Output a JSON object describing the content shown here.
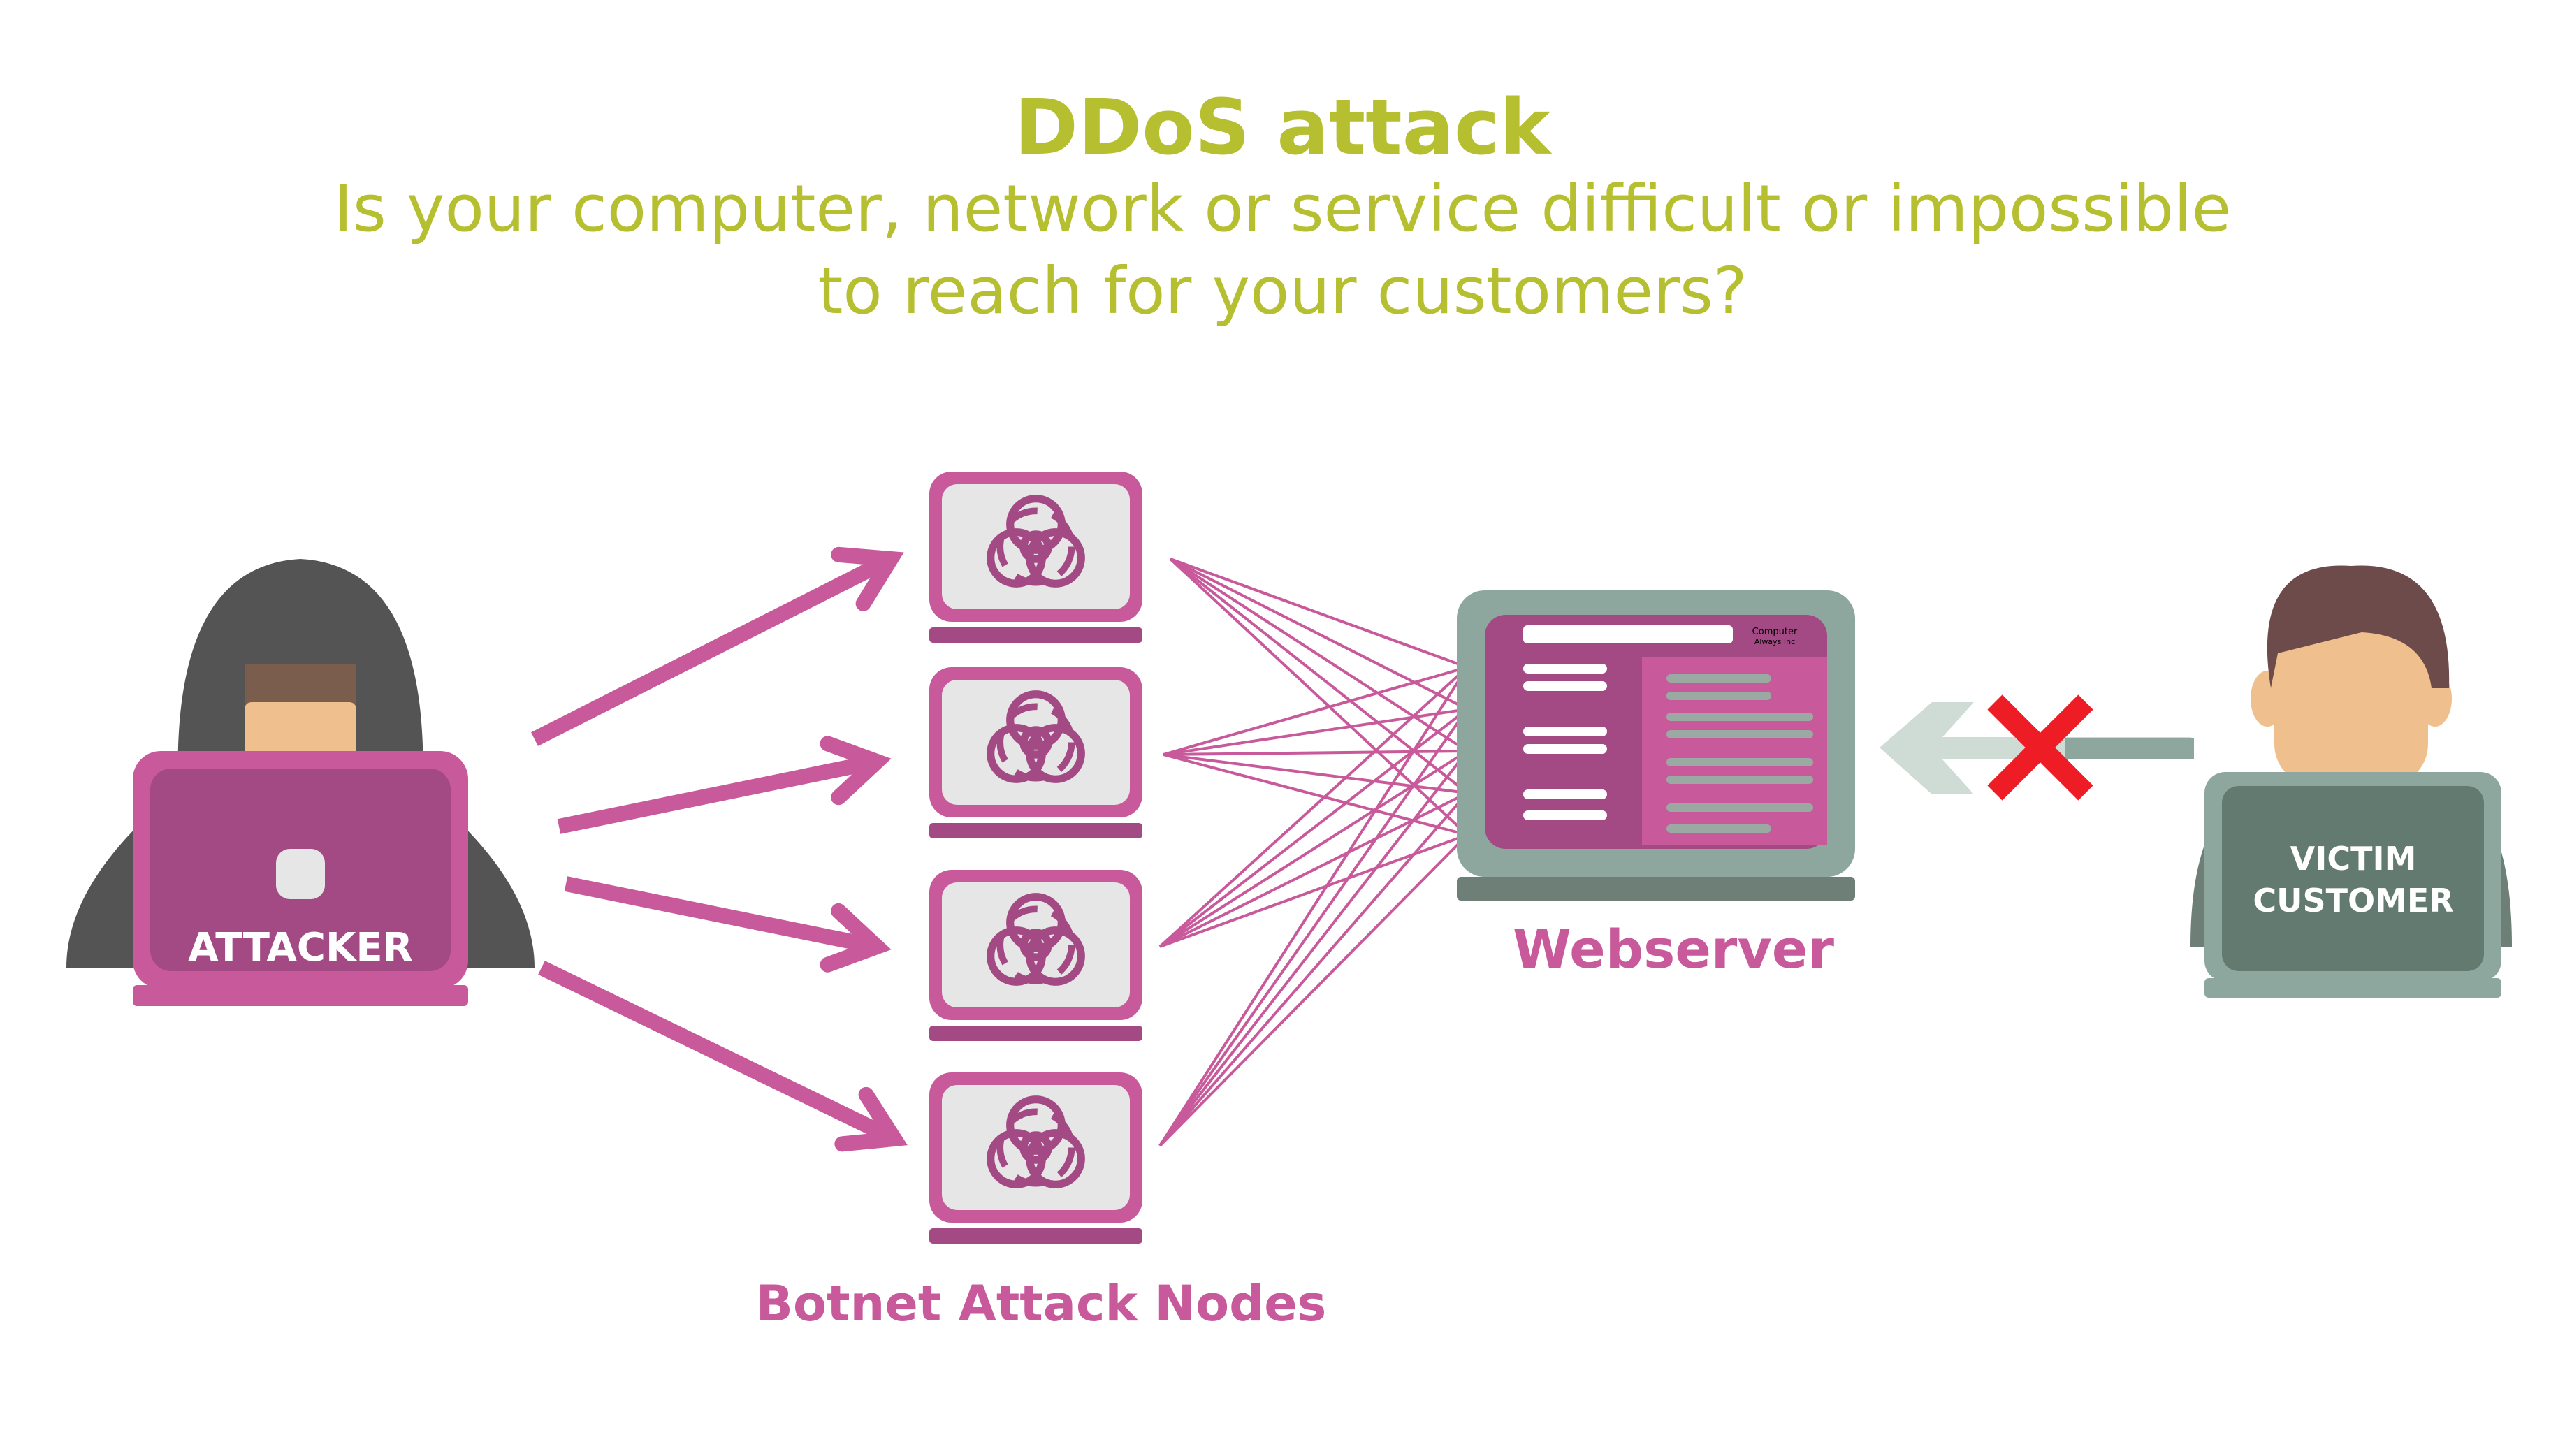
{
  "colors": {
    "title": "#b5bf2f",
    "magenta": "#c85a9c",
    "magenta_dark": "#a34a84",
    "screen_gray": "#e7e6e7",
    "hood": "#545454",
    "face": "#f0bf8e",
    "face_shadow": "#7a5d4d",
    "server_frame": "#8da79e",
    "server_base": "#6d7f77",
    "victim_hair": "#6d4b4a",
    "victim_laptop": "#637a70",
    "victim_frame": "#8da79e",
    "blocked_arrow": "#cfdcd6",
    "cross": "#ee1c24"
  },
  "header": {
    "title": "DDoS attack",
    "subtitle_line1": "Is your computer, network or service difficult or impossible",
    "subtitle_line2": "to reach for your customers?"
  },
  "attacker": {
    "label": "ATTACKER",
    "icon": "hooded-hacker-icon"
  },
  "botnet": {
    "label": "Botnet Attack Nodes",
    "node_icon": "biohazard-icon",
    "node_count": 4
  },
  "webserver": {
    "label": "Webserver",
    "logo_text_line1": "Computer",
    "logo_text_line2": "Always Inc"
  },
  "victim": {
    "label_line1": "VICTIM",
    "label_line2": "CUSTOMER",
    "icon": "person-icon"
  }
}
